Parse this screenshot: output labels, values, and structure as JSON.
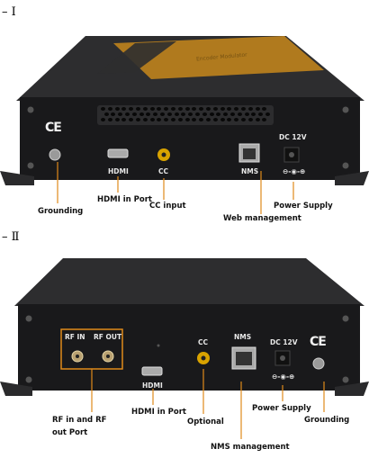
{
  "section1": {
    "label": "– Ⅰ",
    "brand_text": "Encoder Modulator",
    "ce_mark": "CE",
    "panel": {
      "hdmi": "HDMI",
      "cc": "CC",
      "nms": "NMS",
      "dc": "DC 12V"
    },
    "callouts": {
      "grounding": "Grounding",
      "hdmi_in": "HDMI in Port",
      "cc_input": "CC input",
      "web_mgmt": "Web management",
      "power": "Power Supply"
    }
  },
  "section2": {
    "label": "– Ⅱ",
    "ce_mark": "CE",
    "panel": {
      "rf_in": "RF IN",
      "rf_out": "RF OUT",
      "hdmi": "HDMI",
      "cc": "CC",
      "nms": "NMS",
      "dc": "DC 12V"
    },
    "callouts": {
      "rf_ports_1": "RF  in  and  RF",
      "rf_ports_2": "out Port",
      "hdmi_in": "HDMI in Port",
      "optional": "Optional",
      "power": "Power Supply",
      "grounding": "Grounding",
      "nms_mgmt": "NMS management"
    }
  },
  "colors": {
    "device_body": "#1c1c1e",
    "top_lid": "#2a2a2c",
    "orange_stripe": "#b07a1e",
    "callout_line": "#e08a1a"
  }
}
